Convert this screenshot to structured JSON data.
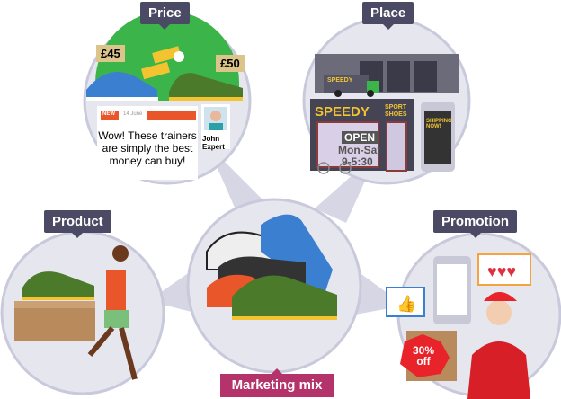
{
  "labels": {
    "price": "Price",
    "place": "Place",
    "product": "Product",
    "promotion": "Promotion",
    "center": "Marketing mix"
  },
  "price": {
    "tag1": "£45",
    "tag2": "£50",
    "review_badge": "NEW",
    "review_date": "14 June",
    "review_text": "Wow! These trainers are simply the best money can buy!",
    "reviewer": "John Expert"
  },
  "place": {
    "truck_brand": "SPEEDY",
    "shop_name": "SPEEDY",
    "shop_sub": "SPORT SHOES",
    "sign_open": "OPEN",
    "hours_days": "Mon-Sat",
    "hours_time": "9-5:30",
    "phone_text": "SHIPPING NOW!"
  },
  "promotion": {
    "discount": "30% off"
  },
  "colors": {
    "label_bg": "#4a4a64",
    "center_label_bg": "#b5336b",
    "circle_fill": "#e6e6ef",
    "circle_border": "#c9c9dc"
  }
}
